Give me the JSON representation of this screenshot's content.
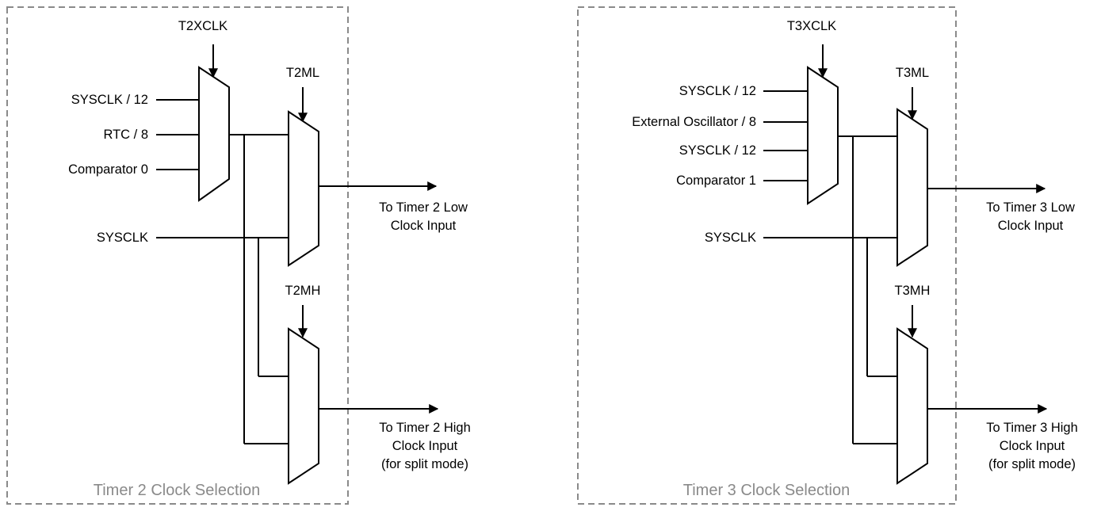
{
  "timer2": {
    "caption": "Timer 2 Clock Selection",
    "xclk": "T2XCLK",
    "ml": "T2ML",
    "mh": "T2MH",
    "inputs": [
      "SYSCLK / 12",
      "RTC / 8",
      "Comparator 0"
    ],
    "sysclk": "SYSCLK",
    "out_low": [
      "To Timer 2 Low",
      "Clock Input"
    ],
    "out_high": [
      "To Timer 2 High",
      "Clock Input",
      "(for split mode)"
    ]
  },
  "timer3": {
    "caption": "Timer 3 Clock Selection",
    "xclk": "T3XCLK",
    "ml": "T3ML",
    "mh": "T3MH",
    "inputs": [
      "SYSCLK / 12",
      "External Oscillator / 8",
      "SYSCLK / 12",
      "Comparator 1"
    ],
    "sysclk": "SYSCLK",
    "out_low": [
      "To Timer 3 Low",
      "Clock Input"
    ],
    "out_high": [
      "To Timer 3 High",
      "Clock Input",
      "(for split mode)"
    ]
  }
}
